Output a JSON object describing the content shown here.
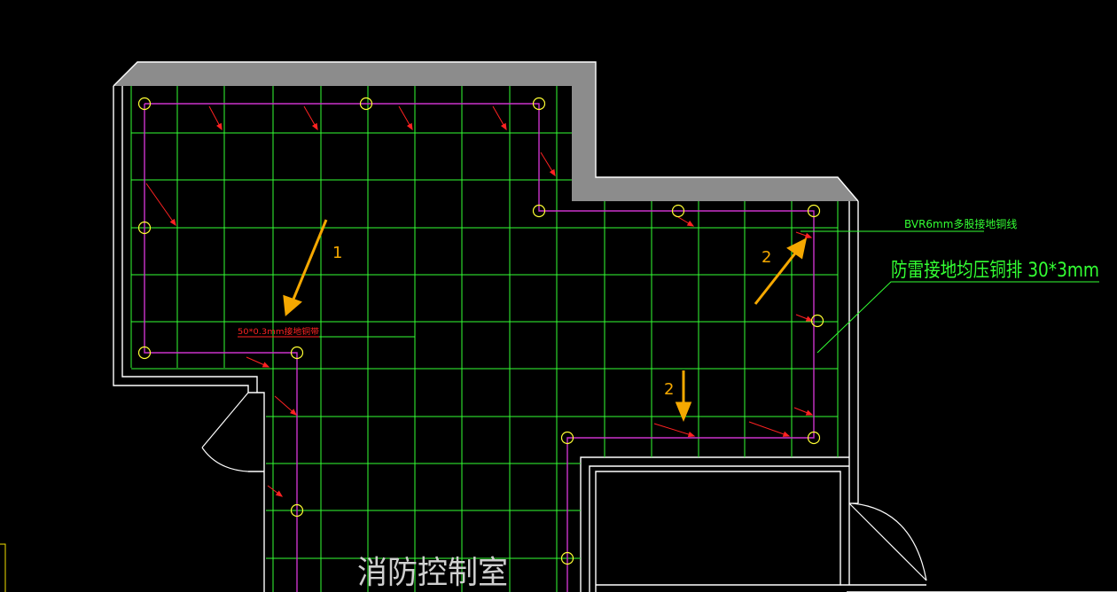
{
  "drawing": {
    "room_name": "消防控制室",
    "labels": {
      "bvr_wire": "BVR6mm多股接地铜线",
      "copper_bar": "防雷接地均压铜排 30*3mm",
      "ground_strip": "50*0.3mm接地铜带"
    },
    "markers": [
      {
        "text": "1"
      },
      {
        "text": "2"
      },
      {
        "text": "2"
      }
    ],
    "colors": {
      "background": "#000000",
      "grid": "#33ff33",
      "cable_loop": "#cc33cc",
      "wall_fill": "#8c8c8c",
      "wall_line": "#ffffff",
      "arrow": "#f5a800",
      "strip": "#ff2222",
      "node": "#ffff33"
    }
  }
}
